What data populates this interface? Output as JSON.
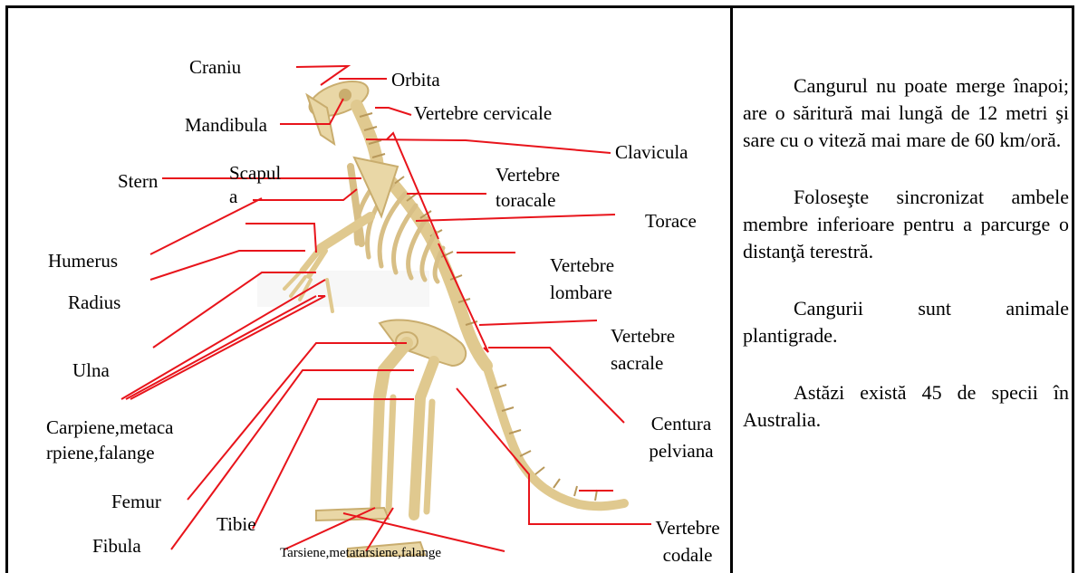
{
  "labels": {
    "craniu": "Craniu",
    "orbita": "Orbita",
    "mandibula": "Mandibula",
    "vertebre_cervicale": "Vertebre cervicale",
    "stern": "Stern",
    "scapula_1": "Scapul",
    "scapula_2": "a",
    "clavicula": "Clavicula",
    "vertebre_toracale_1": "Vertebre",
    "vertebre_toracale_2": "toracale",
    "torace": "Torace",
    "humerus": "Humerus",
    "radius": "Radius",
    "vertebre_lombare_1": "Vertebre",
    "vertebre_lombare_2": "lombare",
    "vertebre_sacrale_1": "Vertebre",
    "vertebre_sacrale_2": "sacrale",
    "ulna": "Ulna",
    "carpiene_1": "Carpiene,metaca",
    "carpiene_2": "rpiene,falange",
    "centura_1": "Centura",
    "centura_2": "pelviana",
    "femur": "Femur",
    "tibie": "Tibie",
    "fibula": "Fibula",
    "tarsiene": "Tarsiene,metatarsiene,falange",
    "vertebre_codale_1": "Vertebre",
    "vertebre_codale_2": "codale"
  },
  "facts": [
    "Cangurul nu poate merge înapoi; are o săritură mai lungă de 12 metri şi sare cu o viteză mai mare de 60 km/oră.",
    "Foloseşte sincronizat ambele membre inferioare pentru a parcurge o distanţă terestră.",
    "Cangurii sunt animale plantigrade.",
    "Astăzi există 45 de specii în Australia."
  ],
  "colors": {
    "leader_line": "#e8141b",
    "bone": "#e9d7a6",
    "bone_shade": "#c9ad6e"
  }
}
